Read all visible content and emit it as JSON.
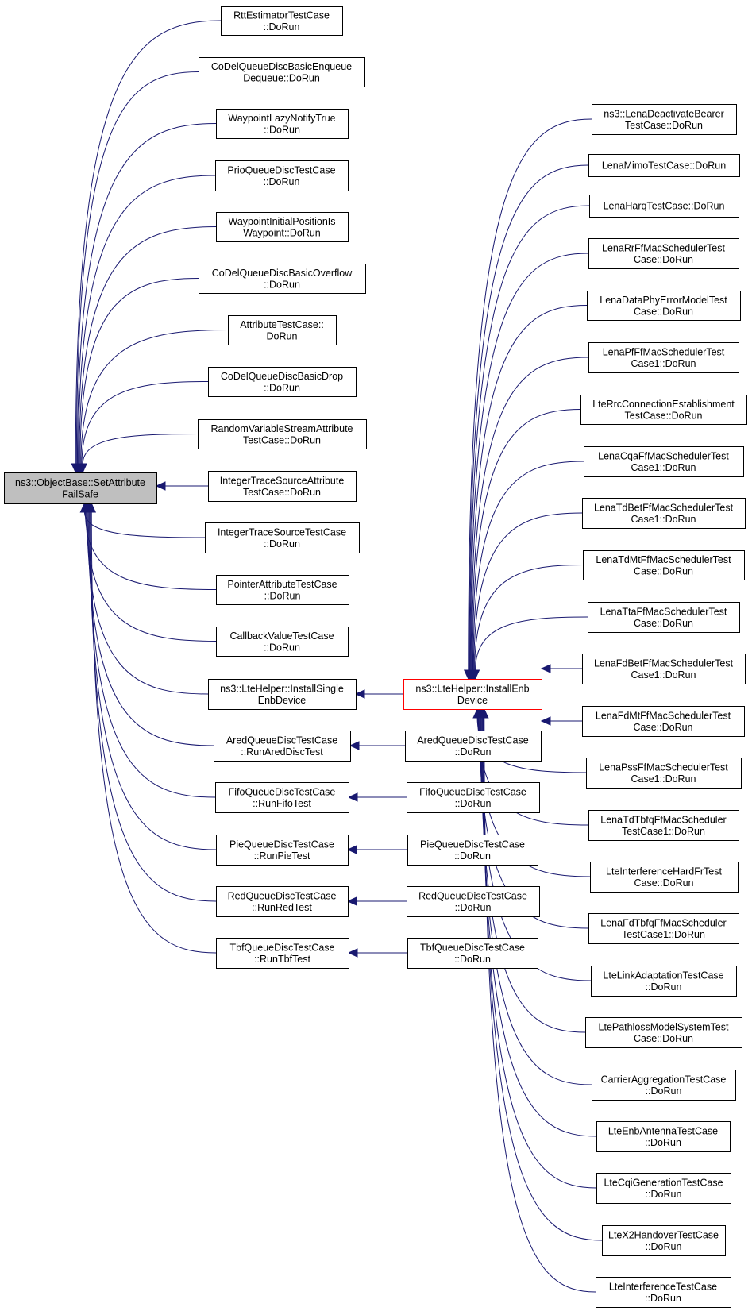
{
  "diagram": {
    "type": "call-graph",
    "edge_color": "#191970",
    "root_fill": "#bfbfbf",
    "highlight_border": "#ff0000",
    "nodes": [
      {
        "id": "root",
        "lines": [
          "ns3::ObjectBase::SetAttribute",
          "FailSafe"
        ]
      },
      {
        "id": "l1",
        "lines": [
          "RttEstimatorTestCase",
          "::DoRun"
        ]
      },
      {
        "id": "l2",
        "lines": [
          "CoDelQueueDiscBasicEnqueue",
          "Dequeue::DoRun"
        ]
      },
      {
        "id": "l3",
        "lines": [
          "WaypointLazyNotifyTrue",
          "::DoRun"
        ]
      },
      {
        "id": "l4",
        "lines": [
          "PrioQueueDiscTestCase",
          "::DoRun"
        ]
      },
      {
        "id": "l5",
        "lines": [
          "WaypointInitialPositionIs",
          "Waypoint::DoRun"
        ]
      },
      {
        "id": "l6",
        "lines": [
          "CoDelQueueDiscBasicOverflow",
          "::DoRun"
        ]
      },
      {
        "id": "l7",
        "lines": [
          "AttributeTestCase::",
          "DoRun"
        ]
      },
      {
        "id": "l8",
        "lines": [
          "CoDelQueueDiscBasicDrop",
          "::DoRun"
        ]
      },
      {
        "id": "l9",
        "lines": [
          "RandomVariableStreamAttribute",
          "TestCase::DoRun"
        ]
      },
      {
        "id": "l10",
        "lines": [
          "IntegerTraceSourceAttribute",
          "TestCase::DoRun"
        ]
      },
      {
        "id": "l11",
        "lines": [
          "IntegerTraceSourceTestCase",
          "::DoRun"
        ]
      },
      {
        "id": "l12",
        "lines": [
          "PointerAttributeTestCase",
          "::DoRun"
        ]
      },
      {
        "id": "l13",
        "lines": [
          "CallbackValueTestCase",
          "::DoRun"
        ]
      },
      {
        "id": "l14",
        "lines": [
          "ns3::LteHelper::InstallSingle",
          "EnbDevice"
        ]
      },
      {
        "id": "l15",
        "lines": [
          "AredQueueDiscTestCase",
          "::RunAredDiscTest"
        ]
      },
      {
        "id": "l16",
        "lines": [
          "FifoQueueDiscTestCase",
          "::RunFifoTest"
        ]
      },
      {
        "id": "l17",
        "lines": [
          "PieQueueDiscTestCase",
          "::RunPieTest"
        ]
      },
      {
        "id": "l18",
        "lines": [
          "RedQueueDiscTestCase",
          "::RunRedTest"
        ]
      },
      {
        "id": "l19",
        "lines": [
          "TbfQueueDiscTestCase",
          "::RunTbfTest"
        ]
      },
      {
        "id": "hub",
        "lines": [
          "ns3::LteHelper::InstallEnb",
          "Device"
        ]
      },
      {
        "id": "m15",
        "lines": [
          "AredQueueDiscTestCase",
          "::DoRun"
        ]
      },
      {
        "id": "m16",
        "lines": [
          "FifoQueueDiscTestCase",
          "::DoRun"
        ]
      },
      {
        "id": "m17",
        "lines": [
          "PieQueueDiscTestCase",
          "::DoRun"
        ]
      },
      {
        "id": "m18",
        "lines": [
          "RedQueueDiscTestCase",
          "::DoRun"
        ]
      },
      {
        "id": "m19",
        "lines": [
          "TbfQueueDiscTestCase",
          "::DoRun"
        ]
      },
      {
        "id": "r1",
        "lines": [
          "ns3::LenaDeactivateBearer",
          "TestCase::DoRun"
        ]
      },
      {
        "id": "r2",
        "lines": [
          "LenaMimoTestCase::DoRun"
        ]
      },
      {
        "id": "r3",
        "lines": [
          "LenaHarqTestCase::DoRun"
        ]
      },
      {
        "id": "r4",
        "lines": [
          "LenaRrFfMacSchedulerTest",
          "Case::DoRun"
        ]
      },
      {
        "id": "r5",
        "lines": [
          "LenaDataPhyErrorModelTest",
          "Case::DoRun"
        ]
      },
      {
        "id": "r6",
        "lines": [
          "LenaPfFfMacSchedulerTest",
          "Case1::DoRun"
        ]
      },
      {
        "id": "r7",
        "lines": [
          "LteRrcConnectionEstablishment",
          "TestCase::DoRun"
        ]
      },
      {
        "id": "r8",
        "lines": [
          "LenaCqaFfMacSchedulerTest",
          "Case1::DoRun"
        ]
      },
      {
        "id": "r9",
        "lines": [
          "LenaTdBetFfMacSchedulerTest",
          "Case1::DoRun"
        ]
      },
      {
        "id": "r10",
        "lines": [
          "LenaTdMtFfMacSchedulerTest",
          "Case::DoRun"
        ]
      },
      {
        "id": "r11",
        "lines": [
          "LenaTtaFfMacSchedulerTest",
          "Case::DoRun"
        ]
      },
      {
        "id": "r12",
        "lines": [
          "LenaFdBetFfMacSchedulerTest",
          "Case1::DoRun"
        ]
      },
      {
        "id": "r13",
        "lines": [
          "LenaFdMtFfMacSchedulerTest",
          "Case::DoRun"
        ]
      },
      {
        "id": "r14",
        "lines": [
          "LenaPssFfMacSchedulerTest",
          "Case1::DoRun"
        ]
      },
      {
        "id": "r15",
        "lines": [
          "LenaTdTbfqFfMacScheduler",
          "TestCase1::DoRun"
        ]
      },
      {
        "id": "r16",
        "lines": [
          "LteInterferenceHardFrTest",
          "Case::DoRun"
        ]
      },
      {
        "id": "r17",
        "lines": [
          "LenaFdTbfqFfMacScheduler",
          "TestCase1::DoRun"
        ]
      },
      {
        "id": "r18",
        "lines": [
          "LteLinkAdaptationTestCase",
          "::DoRun"
        ]
      },
      {
        "id": "r19",
        "lines": [
          "LtePathlossModelSystemTest",
          "Case::DoRun"
        ]
      },
      {
        "id": "r20",
        "lines": [
          "CarrierAggregationTestCase",
          "::DoRun"
        ]
      },
      {
        "id": "r21",
        "lines": [
          "LteEnbAntennaTestCase",
          "::DoRun"
        ]
      },
      {
        "id": "r22",
        "lines": [
          "LteCqiGenerationTestCase",
          "::DoRun"
        ]
      },
      {
        "id": "r23",
        "lines": [
          "LteX2HandoverTestCase",
          "::DoRun"
        ]
      },
      {
        "id": "r24",
        "lines": [
          "LteInterferenceTestCase",
          "::DoRun"
        ]
      }
    ],
    "edges": [
      {
        "from": "l1",
        "to": "root"
      },
      {
        "from": "l2",
        "to": "root"
      },
      {
        "from": "l3",
        "to": "root"
      },
      {
        "from": "l4",
        "to": "root"
      },
      {
        "from": "l5",
        "to": "root"
      },
      {
        "from": "l6",
        "to": "root"
      },
      {
        "from": "l7",
        "to": "root"
      },
      {
        "from": "l8",
        "to": "root"
      },
      {
        "from": "l9",
        "to": "root"
      },
      {
        "from": "l10",
        "to": "root"
      },
      {
        "from": "l11",
        "to": "root"
      },
      {
        "from": "l12",
        "to": "root"
      },
      {
        "from": "l13",
        "to": "root"
      },
      {
        "from": "l14",
        "to": "root"
      },
      {
        "from": "l15",
        "to": "root"
      },
      {
        "from": "l16",
        "to": "root"
      },
      {
        "from": "l17",
        "to": "root"
      },
      {
        "from": "l18",
        "to": "root"
      },
      {
        "from": "l19",
        "to": "root"
      },
      {
        "from": "hub",
        "to": "l14"
      },
      {
        "from": "m15",
        "to": "l15"
      },
      {
        "from": "m16",
        "to": "l16"
      },
      {
        "from": "m17",
        "to": "l17"
      },
      {
        "from": "m18",
        "to": "l18"
      },
      {
        "from": "m19",
        "to": "l19"
      },
      {
        "from": "r1",
        "to": "hub"
      },
      {
        "from": "r2",
        "to": "hub"
      },
      {
        "from": "r3",
        "to": "hub"
      },
      {
        "from": "r4",
        "to": "hub"
      },
      {
        "from": "r5",
        "to": "hub"
      },
      {
        "from": "r6",
        "to": "hub"
      },
      {
        "from": "r7",
        "to": "hub"
      },
      {
        "from": "r8",
        "to": "hub"
      },
      {
        "from": "r9",
        "to": "hub"
      },
      {
        "from": "r10",
        "to": "hub"
      },
      {
        "from": "r11",
        "to": "hub"
      },
      {
        "from": "r12",
        "to": "hub"
      },
      {
        "from": "r13",
        "to": "hub"
      },
      {
        "from": "r14",
        "to": "hub"
      },
      {
        "from": "r15",
        "to": "hub"
      },
      {
        "from": "r16",
        "to": "hub"
      },
      {
        "from": "r17",
        "to": "hub"
      },
      {
        "from": "r18",
        "to": "hub"
      },
      {
        "from": "r19",
        "to": "hub"
      },
      {
        "from": "r20",
        "to": "hub"
      },
      {
        "from": "r21",
        "to": "hub"
      },
      {
        "from": "r22",
        "to": "hub"
      },
      {
        "from": "r23",
        "to": "hub"
      },
      {
        "from": "r24",
        "to": "hub"
      }
    ]
  }
}
